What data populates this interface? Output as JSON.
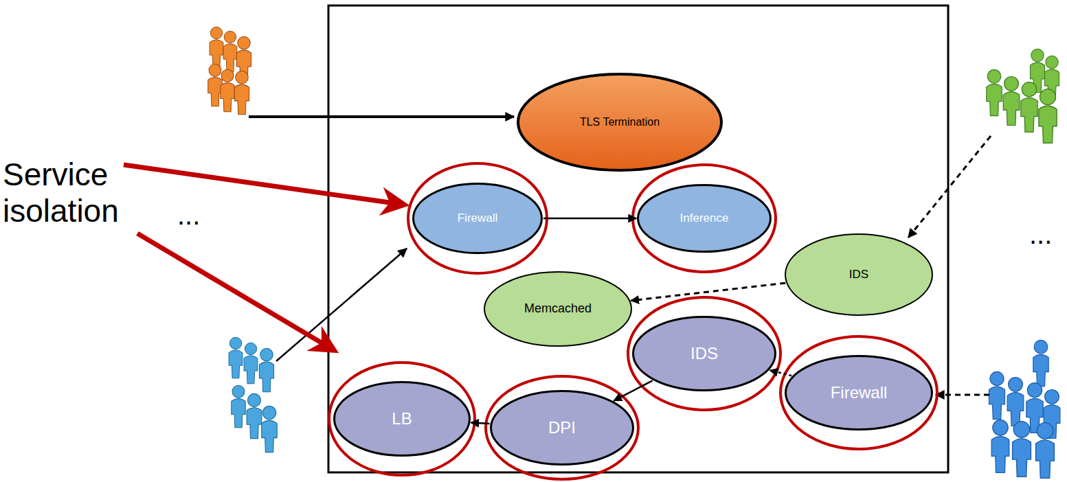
{
  "diagram": {
    "nodes": [
      {
        "text": [
          "TLS Termination"
        ]
      },
      {
        "text": [
          "Firewall"
        ]
      },
      {
        "text": [
          "Inference"
        ]
      },
      {
        "text": [
          "IDS"
        ]
      },
      {
        "text": [
          "Memcached"
        ]
      },
      {
        "text": [
          "IDS"
        ]
      },
      {
        "text": [
          "Firewall"
        ]
      },
      {
        "text": [
          "LB"
        ]
      },
      {
        "text": [
          "DPI"
        ]
      }
    ],
    "edges": [
      {
        "from": 1,
        "to": 2,
        "arrow": "to"
      },
      {
        "from": 3,
        "to": 4,
        "arrow": "to"
      },
      {
        "from": 6,
        "to": 5,
        "arrow": "to"
      },
      {
        "from": 5,
        "to": 8,
        "arrow": "to"
      },
      {
        "from": 8,
        "to": 7,
        "arrow": "to"
      }
    ],
    "labels": [
      "Service isolation",
      "...",
      "..."
    ]
  }
}
